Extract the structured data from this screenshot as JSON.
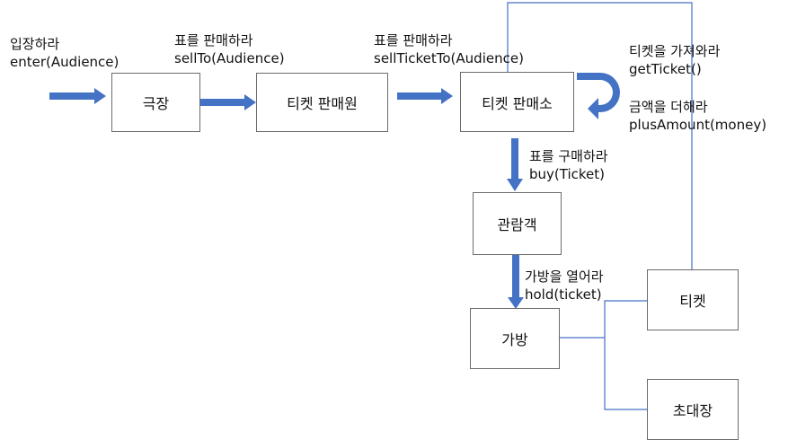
{
  "nodes": {
    "theater": "극장",
    "ticket_seller": "티켓 판매원",
    "ticket_office": "티켓 판매소",
    "audience": "관람객",
    "bag": "가방",
    "ticket": "티켓",
    "invitation": "초대장"
  },
  "messages": {
    "enter": {
      "ko": "입장하라",
      "code": "enter(Audience)"
    },
    "sell_to": {
      "ko": "표를 판매하라",
      "code": "sellTo(Audience)"
    },
    "sell_ticket_to": {
      "ko": "표를 판매하라",
      "code": "sellTicketTo(Audience)"
    },
    "get_ticket": {
      "ko": "티켓을 가져와라",
      "code": "getTicket()"
    },
    "plus_amount": {
      "ko": "금액을 더해라",
      "code": "plusAmount(money)"
    },
    "buy": {
      "ko": "표를 구매하라",
      "code": "buy(Ticket)"
    },
    "hold": {
      "ko": "가방을 열어라",
      "code": "hold(ticket)"
    }
  },
  "colors": {
    "arrow": "#4472c4",
    "connector": "#4472c4",
    "box_border": "#6b6b6b"
  }
}
